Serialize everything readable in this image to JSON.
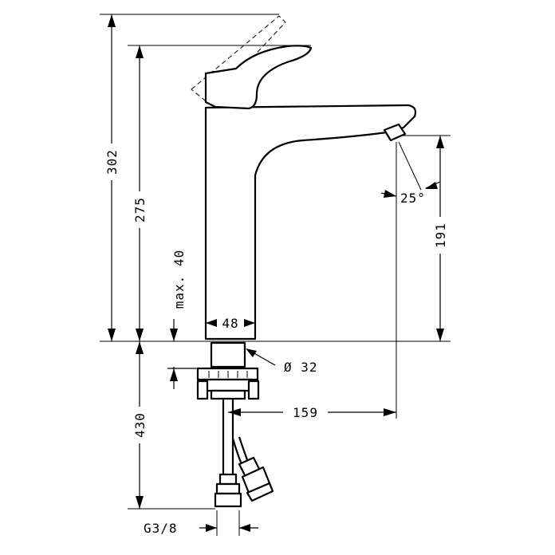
{
  "dimensions": {
    "total_height": "302",
    "spout_height": "275",
    "max_thickness": "max. 40",
    "base_width": "48",
    "base_diameter": "Ø 32",
    "spout_reach": "159",
    "outlet_height": "191",
    "outlet_angle": "25°",
    "hose_length": "430",
    "thread": "G3/8"
  }
}
